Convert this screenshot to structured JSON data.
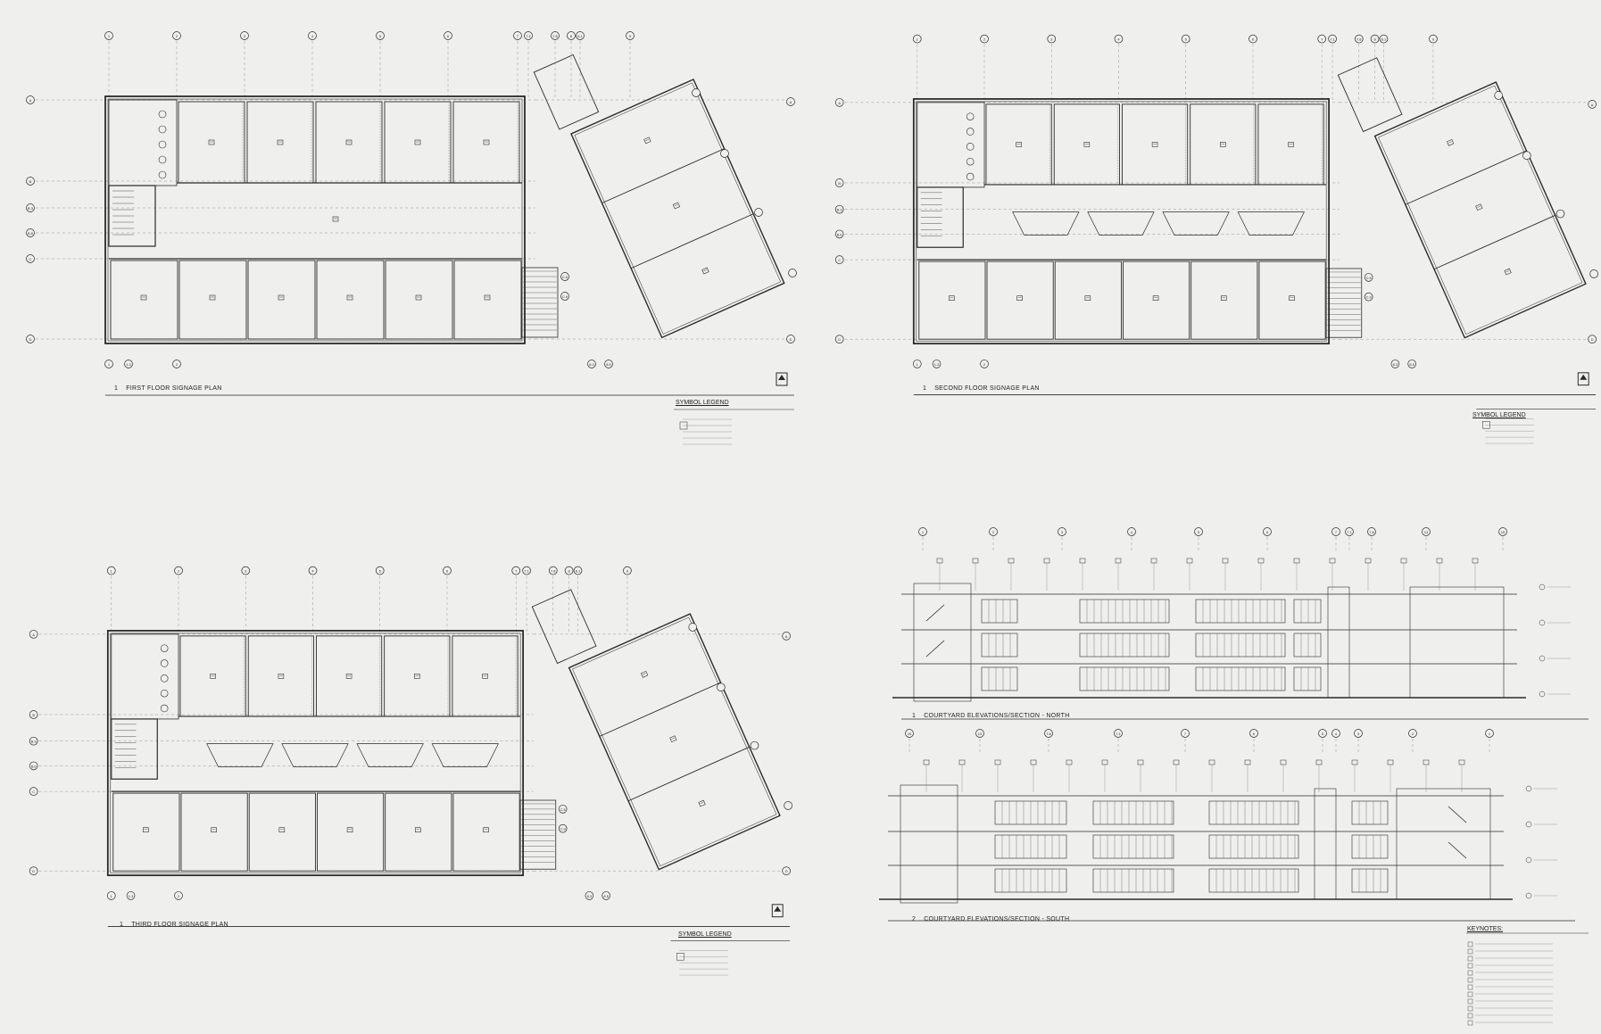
{
  "plans": [
    {
      "id": "first",
      "number": "1",
      "title": "FIRST FLOOR SIGNAGE PLAN"
    },
    {
      "id": "second",
      "number": "1",
      "title": "SECOND FLOOR SIGNAGE PLAN"
    },
    {
      "id": "third",
      "number": "1",
      "title": "THIRD FLOOR SIGNAGE PLAN"
    }
  ],
  "legend": {
    "title": "SYMBOL LEGEND"
  },
  "elevations": [
    {
      "number": "1",
      "title": "COURTYARD ELEVATIONS/SECTION - NORTH"
    },
    {
      "number": "2",
      "title": "COURTYARD ELEVATIONS/SECTION - SOUTH"
    }
  ],
  "keynotes": {
    "title": "KEYNOTES:"
  },
  "grid_columns_top": [
    "1",
    "2",
    "3",
    "4",
    "5",
    "6",
    "7",
    "7.1",
    "7.8",
    "8",
    "8.1",
    "9"
  ],
  "grid_rows": [
    "A",
    "B",
    "B.3",
    "B.6",
    "C",
    "D"
  ],
  "grid_bottom": [
    "1",
    "1.3",
    "2"
  ],
  "grid_bottom_right": [
    "8.3",
    "8.5"
  ],
  "grid_right_row": [
    "C.5",
    "C.9"
  ],
  "elev_cols_north": [
    "1",
    "2",
    "3",
    "4",
    "5",
    "6",
    "7",
    "7.1",
    "7.8",
    "13",
    "15"
  ],
  "elev_cols_south": [
    "15",
    "13",
    "7.8",
    "7.1",
    "7",
    "6",
    "5",
    "4",
    "3",
    "2",
    "1"
  ],
  "colors": {
    "paper": "#efefed",
    "ink": "#2a2a2a",
    "light": "#7a7a7a"
  }
}
